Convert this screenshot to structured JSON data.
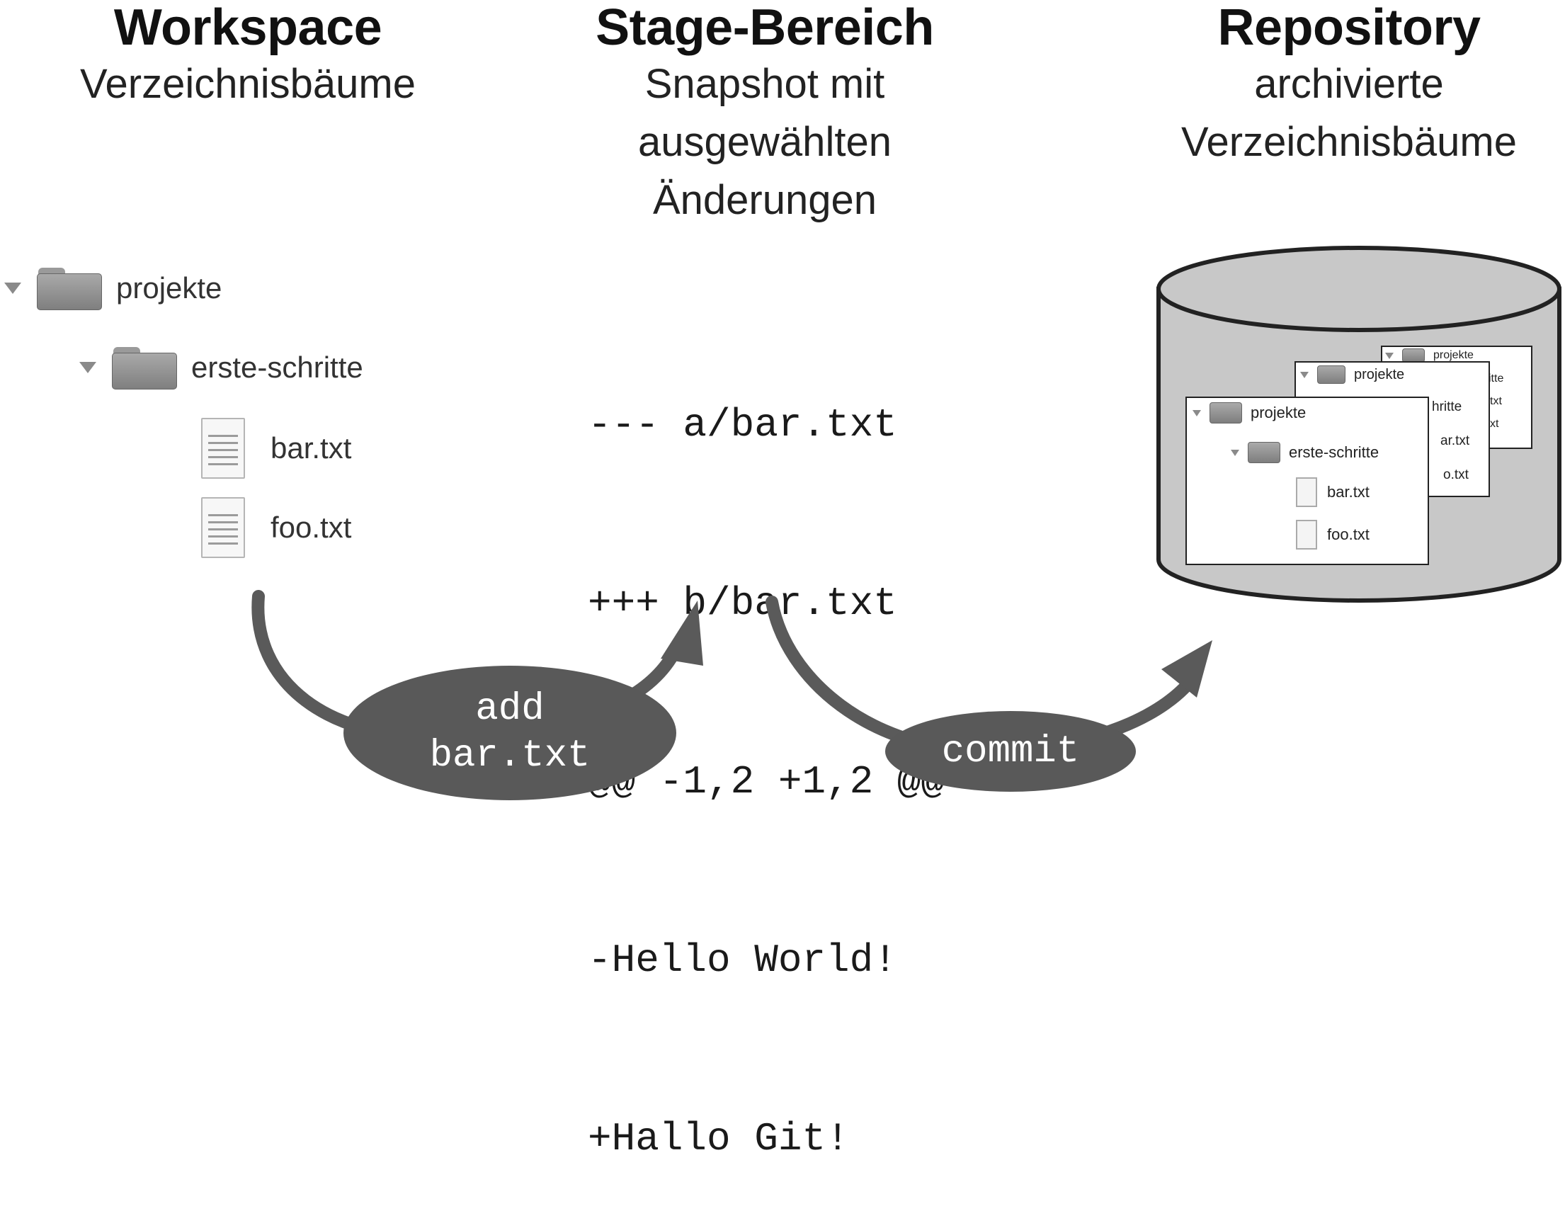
{
  "columns": {
    "workspace": {
      "title": "Workspace",
      "subtitle": [
        "Verzeichnisbäume"
      ]
    },
    "stage": {
      "title": "Stage-Bereich",
      "subtitle": [
        "Snapshot mit",
        "ausgewählten",
        "Änderungen"
      ]
    },
    "repository": {
      "title": "Repository",
      "subtitle": [
        "archivierte",
        "Verzeichnisbäume"
      ]
    }
  },
  "workspace_tree": {
    "root": "projekte",
    "subfolder": "erste-schritte",
    "files": [
      "bar.txt",
      "foo.txt"
    ]
  },
  "diff_lines": [
    "--- a/bar.txt",
    "+++ b/bar.txt",
    "@@ -1,2 +1,2 @@",
    "-Hello World!",
    "+Hallo Git!"
  ],
  "actions": {
    "add": [
      "add",
      "bar.txt"
    ],
    "commit": "commit"
  },
  "repository_snapshots": {
    "front": {
      "root": "projekte",
      "subfolder": "erste-schritte",
      "files": [
        "bar.txt",
        "foo.txt"
      ]
    },
    "middle": {
      "root": "projekte",
      "fragments": [
        "hritte",
        "ar.txt",
        "o.txt"
      ]
    },
    "back": {
      "root": "projekte",
      "fragments": [
        "itte",
        "txt",
        "xt"
      ]
    }
  },
  "colors": {
    "arrow": "#5a5a5a",
    "cylinder_fill": "#c8c8c8",
    "bubble": "#595959"
  }
}
